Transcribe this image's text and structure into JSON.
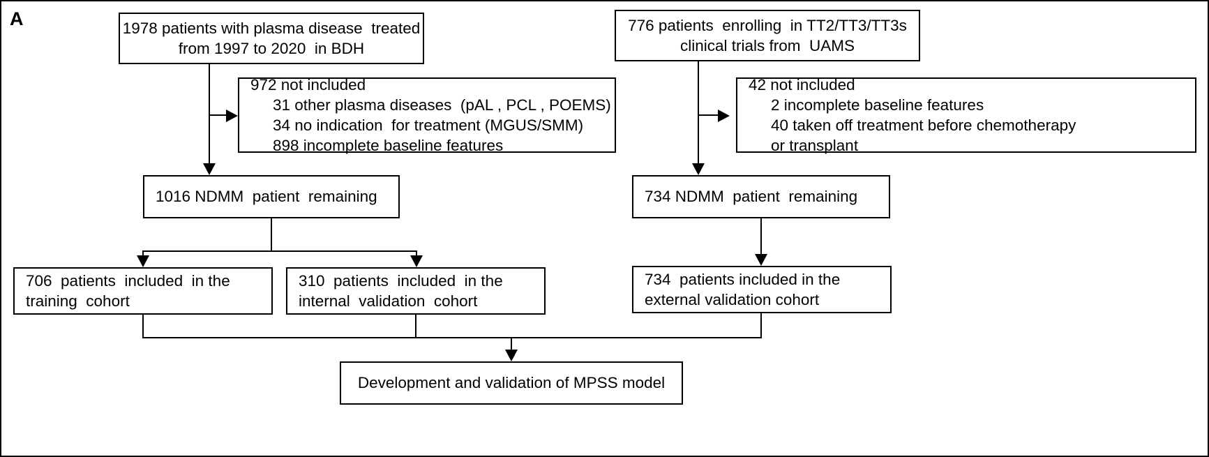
{
  "panel": {
    "label": "A"
  },
  "boxes": {
    "bdh_source": {
      "lines": [
        "1978 patients with plasma disease  treated",
        "from 1997 to 2020  in BDH"
      ]
    },
    "bdh_excluded": {
      "lines": [
        "972 not included",
        "31 other plasma diseases  (pAL , PCL , POEMS)",
        "34 no indication  for treatment (MGUS/SMM)",
        "898 incomplete baseline features"
      ]
    },
    "uams_source": {
      "lines": [
        "776 patients  enrolling  in TT2/TT3/TT3s",
        "clinical trials from  UAMS"
      ]
    },
    "uams_excluded": {
      "lines": [
        "42 not included",
        "2 incomplete baseline features",
        "40 taken off treatment before chemotherapy",
        "or transplant"
      ]
    },
    "bdh_remaining": {
      "lines": [
        "1016 NDMM  patient  remaining"
      ]
    },
    "uams_remaining": {
      "lines": [
        "734 NDMM  patient  remaining"
      ]
    },
    "training_cohort": {
      "lines": [
        "706  patients  included  in the",
        "training  cohort"
      ]
    },
    "internal_validation_cohort": {
      "lines": [
        "310  patients  included  in the",
        "internal  validation  cohort"
      ]
    },
    "external_validation_cohort": {
      "lines": [
        "734  patients included in the",
        "external validation cohort"
      ]
    },
    "model": {
      "lines": [
        "Development and validation of MPSS model"
      ]
    }
  },
  "colors": {
    "line": "#000000",
    "text": "#000000",
    "background": "#ffffff"
  }
}
